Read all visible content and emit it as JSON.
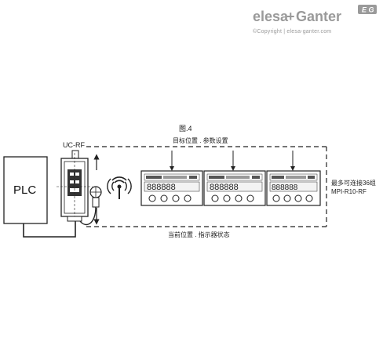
{
  "brand": {
    "logo_word1": "elesa",
    "logo_plus": "+",
    "logo_word2": "Ganter",
    "badge": "E G",
    "copyright": "©Copyright | elesa-ganter.com"
  },
  "diagram": {
    "figure_label": "图.4",
    "top_label": "目标位置 . 参数设置",
    "bottom_label": "当前位置 . 指示器状态",
    "controller_label": "UC-RF",
    "plc_label": "PLC",
    "right_label_line1": "最多可连接36组",
    "right_label_line2": "MPI-R10-RF",
    "indicator_count": 3
  }
}
